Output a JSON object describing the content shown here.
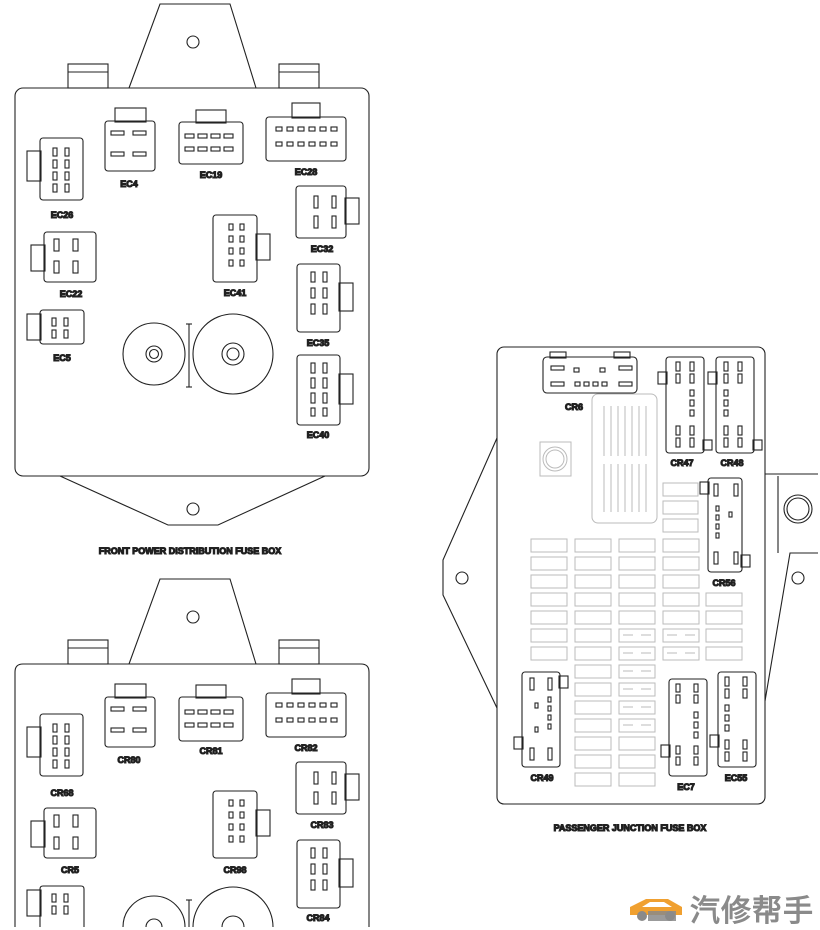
{
  "captions": {
    "front": "FRONT POWER DISTRIBUTION FUSE BOX",
    "passenger": "PASSENGER JUNCTION FUSE BOX"
  },
  "connectors": {
    "ec4": "EC4",
    "ec19": "EC19",
    "ec28": "EC28",
    "ec26": "EC26",
    "ec32": "EC32",
    "ec41": "EC41",
    "ec22": "EC22",
    "ec35": "EC35",
    "ec5": "EC5",
    "ec40": "EC40",
    "cr6": "CR6",
    "cr47": "CR47",
    "cr48": "CR48",
    "cr56": "CR56",
    "cr49": "CR49",
    "ec7": "EC7",
    "ec55": "EC55",
    "cr80": "CR80",
    "cr81": "CR81",
    "cr82": "CR82",
    "cr68": "CR68",
    "cr83": "CR83",
    "cr5": "CR5",
    "cr98": "CR98",
    "cr84": "CR84"
  },
  "watermark": {
    "text": "汽修帮手",
    "logo": "car-logo-icon"
  },
  "colors": {
    "line": "#222222",
    "light": "#bbbbbb",
    "wm_orange": "#f0a030",
    "wm_gray": "#8a8a8a"
  }
}
